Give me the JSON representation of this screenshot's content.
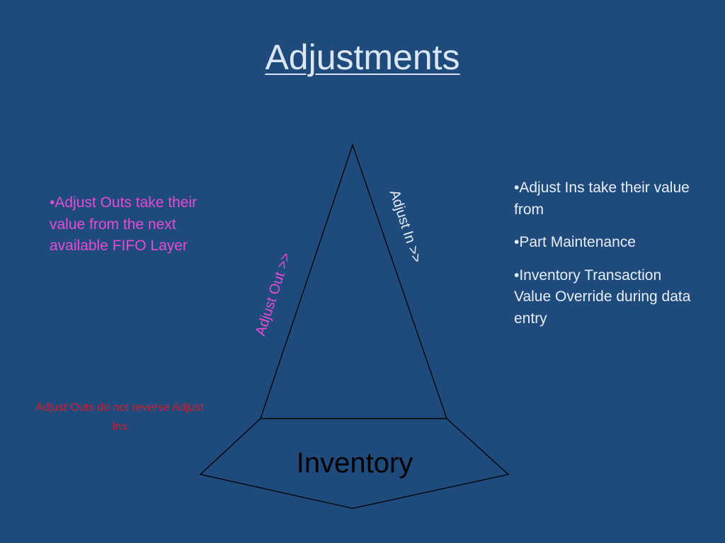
{
  "slide": {
    "title": "Adjustments"
  },
  "left_bullets": [
    "•Adjust Outs take their value from the next available FIFO Layer"
  ],
  "right_bullets": [
    "•Adjust Ins take their value from",
    "•Part Maintenance",
    "•Inventory Transaction Value Override during data entry"
  ],
  "note": "Adjust Outs do not reverse Adjust Ins",
  "diagram": {
    "adjust_out_label": "Adjust Out >>",
    "adjust_in_label": "Adjust In >>",
    "inventory_label": "Inventory"
  },
  "colors": {
    "background": "#1f4a7c",
    "title": "#dbe6f5",
    "left_text": "#e64bd6",
    "right_text": "#e8eef7",
    "note": "#d11d2c",
    "adjust_out_label": "#e64bd6",
    "adjust_in_label": "#e8eef7"
  }
}
